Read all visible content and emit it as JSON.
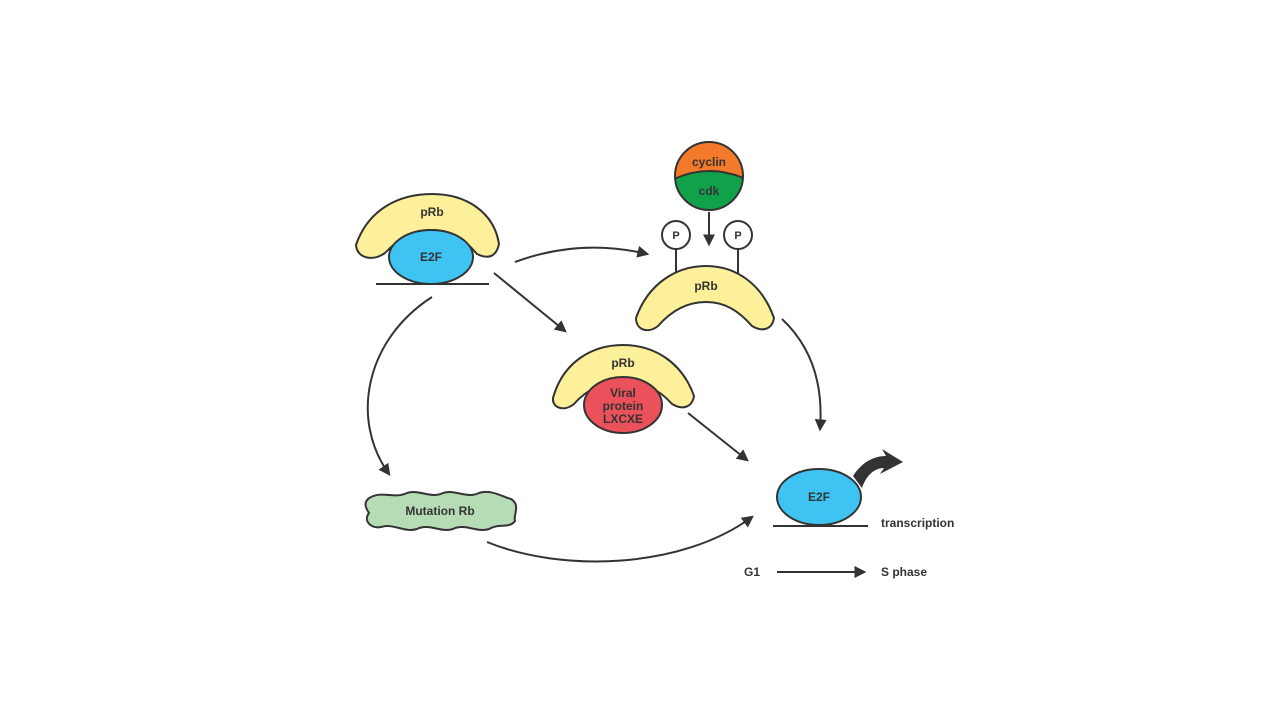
{
  "colors": {
    "prb": "#fcf09a",
    "e2f": "#3ec3f2",
    "viral": "#ea515b",
    "cyclin": "#f47a2b",
    "cdk": "#12a14b",
    "mutation": "#b6dcb5",
    "outline": "#333333",
    "background": "#ffffff"
  },
  "complex_left": {
    "prb_label": "pRb",
    "e2f_label": "E2F"
  },
  "cyclin_cdk": {
    "cyclin_label": "cyclin",
    "cdk_label": "cdk"
  },
  "phosphorylated": {
    "phosphate_left": "P",
    "phosphate_right": "P",
    "prb_label": "pRb"
  },
  "viral_complex": {
    "prb_label": "pRb",
    "viral_line1": "Viral",
    "viral_line2": "protein",
    "viral_line3": "LXCXE"
  },
  "mutation": {
    "label": "Mutation Rb"
  },
  "free_e2f": {
    "e2f_label": "E2F",
    "transcription_label": "transcription"
  },
  "cell_cycle": {
    "g1_label": "G1",
    "s_phase_label": "S phase"
  },
  "icons": {
    "transcription_arrow": "curved-arrow-icon"
  }
}
